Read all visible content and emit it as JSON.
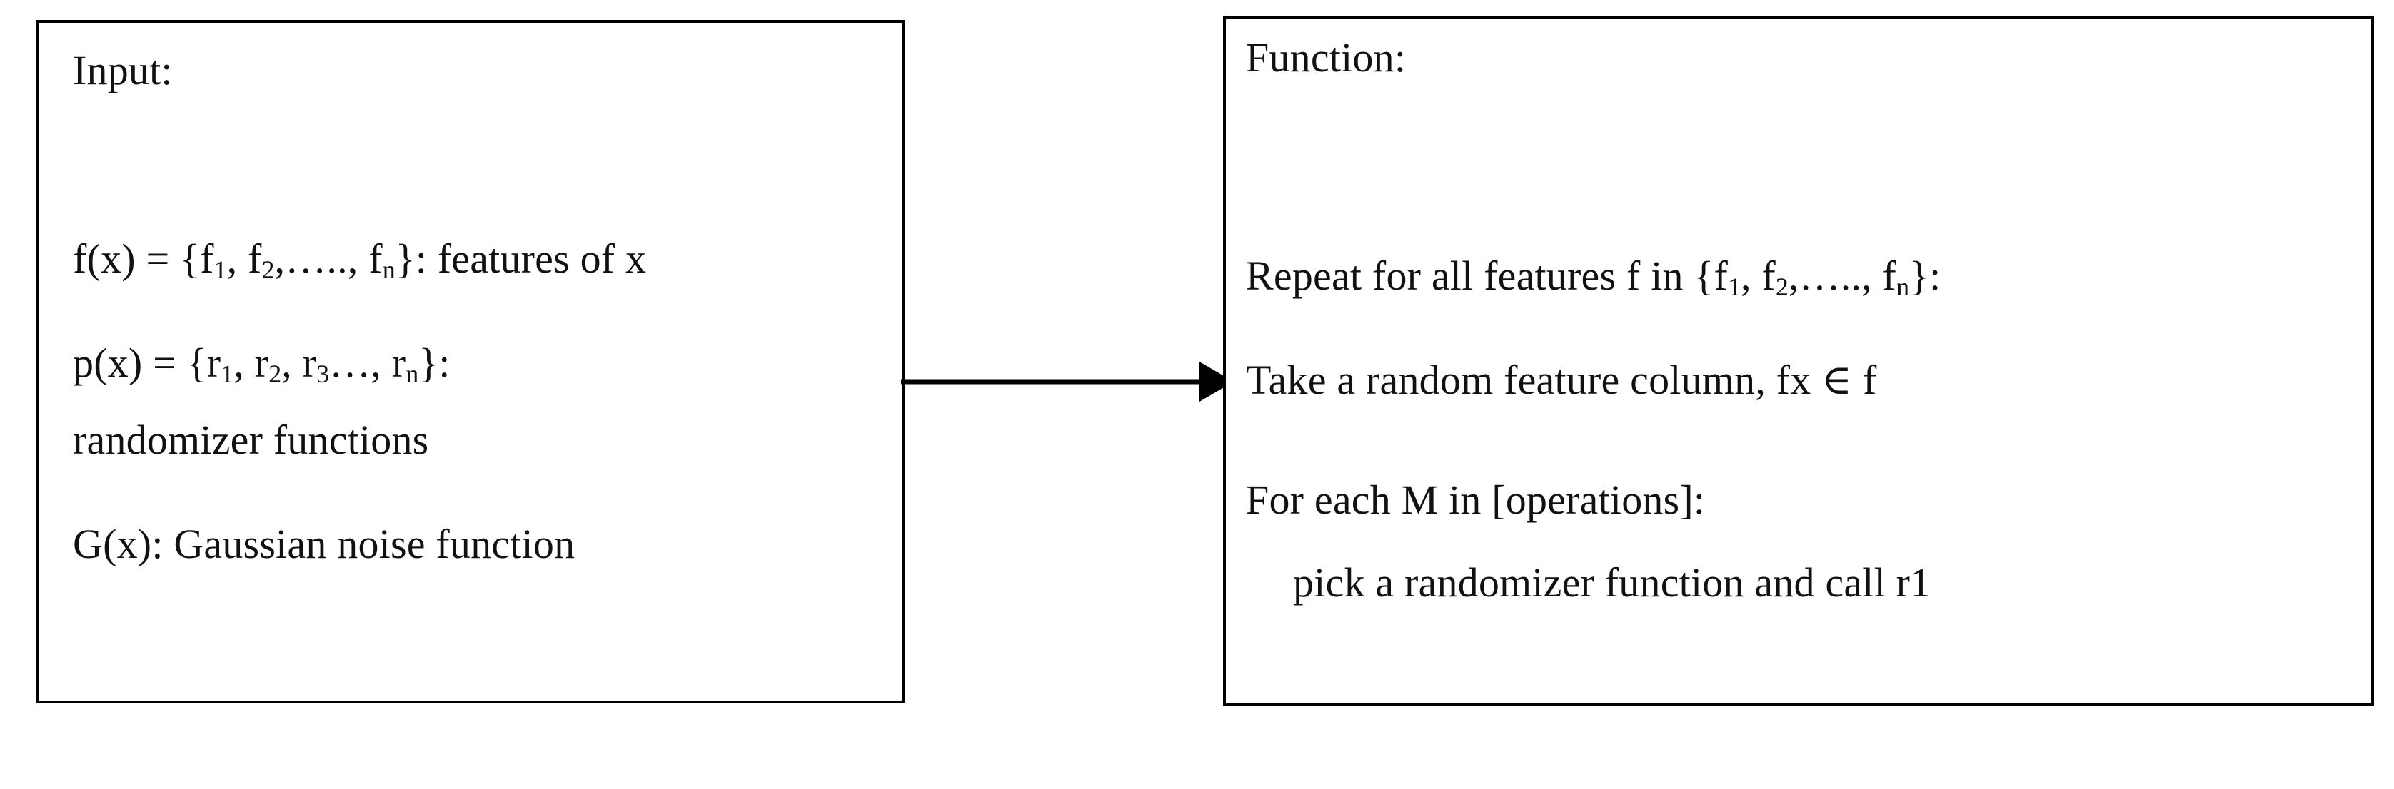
{
  "diagram": {
    "title": "Randomizer feature-perturbation algorithm",
    "background_color": "#ffffff",
    "stroke_color": "#000000",
    "text_color": "#111111"
  },
  "input_box": {
    "heading": "Input:",
    "lines": [
      {
        "id": "features",
        "prefix": "f(x) = {f",
        "sub1": "1",
        "mid1": ", f",
        "sub2": "2",
        "mid2": ",….., f",
        "sub3": "n",
        "suffix": "}: features of x",
        "plain": "f(x) = {f1, f2,….., fn}: features of x"
      },
      {
        "id": "randomizers",
        "prefix": "p(x) = {r",
        "sub1": "1",
        "mid1": ", r",
        "sub2": "2",
        "mid2": ", r",
        "sub3": "3",
        "suffix": "…, r",
        "sub4": "n",
        "tail": "}:",
        "plain": "p(x) = {r1, r2, r3…, rn}:"
      },
      {
        "id": "randomizer-functions",
        "plain": "randomizer functions"
      },
      {
        "id": "gaussian",
        "plain": "G(x): Gaussian noise function"
      }
    ]
  },
  "function_box": {
    "heading": "Function:",
    "lines": [
      {
        "id": "repeat",
        "prefix": "Repeat for all features f in {f",
        "sub1": "1",
        "mid1": ", f",
        "sub2": "2",
        "mid2": ",….., f",
        "sub3": "n",
        "suffix": "}:",
        "plain": "Repeat for all features f in {f1, f2,….., fn}:"
      },
      {
        "id": "take-random-column",
        "plain": "Take a random feature column, fx ∈  f"
      },
      {
        "id": "for-each-m",
        "plain": "For each M in [operations]:"
      },
      {
        "id": "pick-randomizer",
        "plain": "pick a randomizer function and call r1"
      }
    ]
  },
  "connector": {
    "type": "arrow",
    "direction": "left-to-right",
    "from": "input_box",
    "to": "function_box",
    "label": ""
  }
}
